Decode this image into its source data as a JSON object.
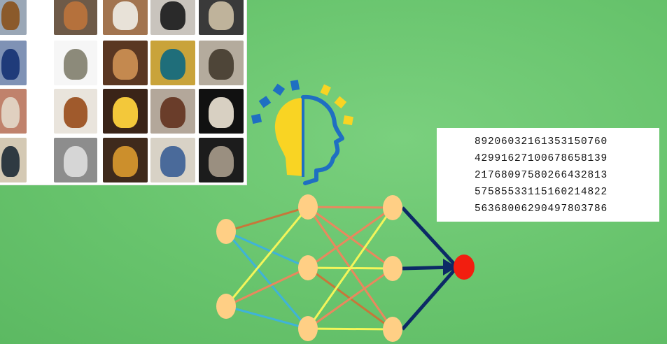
{
  "numbers": [
    "89206032161353150760",
    "42991627100678658139",
    "21768097580266432813",
    "57585533115160214822",
    "56368006290497803786"
  ],
  "thumbnails": [
    {
      "name": "thumb-warrior-statue",
      "bg": "#9aa7b6",
      "fg": "#8b5a2b"
    },
    {
      "name": "thumb-carved-face",
      "bg": "#6e5a48",
      "fg": "#b5713c"
    },
    {
      "name": "thumb-horse-statue",
      "bg": "#a2744f",
      "fg": "#e8e2d8"
    },
    {
      "name": "thumb-spotted-cow",
      "bg": "#c9c4bd",
      "fg": "#2a2a2a"
    },
    {
      "name": "thumb-stone-head",
      "bg": "#3a3a3a",
      "fg": "#bfb39b"
    },
    {
      "name": "thumb-blue-horse",
      "bg": "#7f92b5",
      "fg": "#1f3b7a"
    },
    {
      "name": "thumb-twisted-torc",
      "bg": "#f6f6f6",
      "fg": "#8c8a7a"
    },
    {
      "name": "thumb-carved-wood",
      "bg": "#5a3722",
      "fg": "#c4894f"
    },
    {
      "name": "thumb-teal-vase",
      "bg": "#c9a33a",
      "fg": "#1f6e7a"
    },
    {
      "name": "thumb-bronze-vessel",
      "bg": "#b4ab9d",
      "fg": "#4e4538"
    },
    {
      "name": "thumb-figurines-market",
      "bg": "#c0826c",
      "fg": "#e0d0c0"
    },
    {
      "name": "thumb-seated-figures",
      "bg": "#e9e4dc",
      "fg": "#a05a2c"
    },
    {
      "name": "thumb-lamp-figures",
      "bg": "#3a2418",
      "fg": "#f3c83a"
    },
    {
      "name": "thumb-shop-vases",
      "bg": "#b3a79a",
      "fg": "#6a3d2a"
    },
    {
      "name": "thumb-marble-bust",
      "bg": "#111111",
      "fg": "#d8d0c2"
    },
    {
      "name": "thumb-dark-vase",
      "bg": "#d4c9b4",
      "fg": "#2f3a42"
    },
    {
      "name": "thumb-buddha-statue",
      "bg": "#8d8d8d",
      "fg": "#d6d6d6"
    },
    {
      "name": "thumb-plates-bowls",
      "bg": "#3f2a1c",
      "fg": "#cc8f2c"
    },
    {
      "name": "thumb-porcelain-jugs",
      "bg": "#d8d2c6",
      "fg": "#4a6a9a"
    },
    {
      "name": "thumb-winged-gargoyle",
      "bg": "#1c1c1c",
      "fg": "#9a8f80"
    }
  ],
  "colors": {
    "background": "#68c46d",
    "bulb_yellow": "#f9d423",
    "head_blue": "#1f6fc2",
    "node_fill": "#ffcf85",
    "output_node": "#f21e0f",
    "edge_navy": "#0c2a66",
    "edge_yellow": "#f3f55a",
    "edge_orange": "#e9885e",
    "edge_blue": "#3fb3d8",
    "edge_brown": "#c7773a"
  },
  "icon": "lightbulb-head-icon",
  "diagram": {
    "layers": [
      2,
      3,
      3,
      1
    ]
  }
}
